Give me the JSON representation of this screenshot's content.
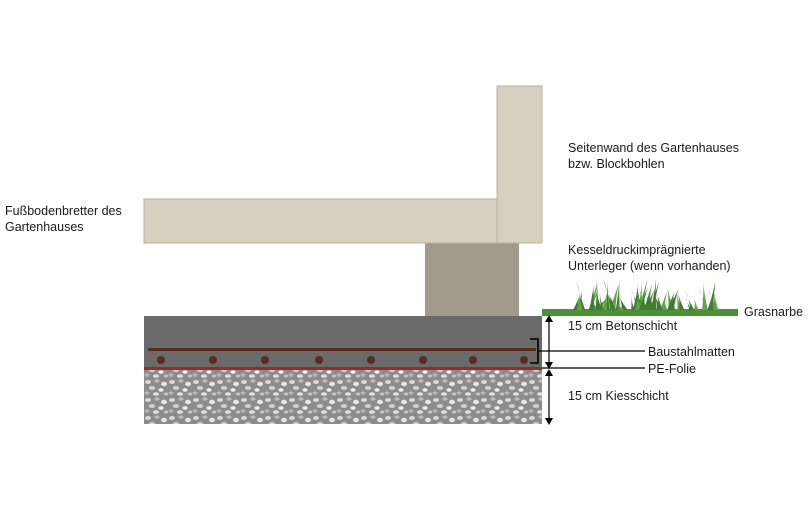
{
  "labels": {
    "floorboards": [
      "Fußbodenbretter des",
      "Gartenhauses"
    ],
    "side_wall": [
      "Seitenwand des Gartenhauses",
      "bzw. Blockbohlen"
    ],
    "sleeper": [
      "Kesseldruckimprägnierte",
      "Unterleger (wenn vorhanden)"
    ],
    "turf": "Grasnarbe",
    "concrete": "15 cm Betonschicht",
    "rebar": "Baustahlmatten",
    "pe_film": "PE-Folie",
    "gravel": "15 cm Kiesschicht"
  },
  "colors": {
    "wood_light": "#d6cfbf",
    "wood_stroke": "#b9b1a1",
    "sleeper": "#a39a8e",
    "concrete": "#6a6a6a",
    "gravel_base": "#8c8c8c",
    "rebar": "#5a2a22",
    "pe_film": "#9b2a22",
    "grass": "#4e8f3a",
    "grass_blade": "#3f7d2f"
  }
}
